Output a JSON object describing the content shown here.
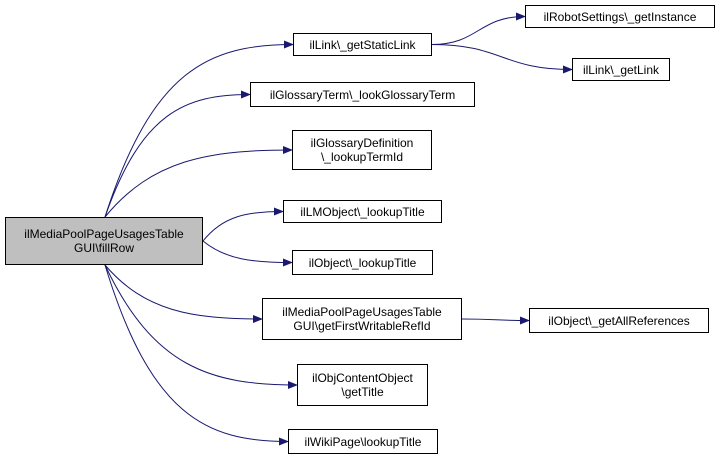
{
  "graph": {
    "root": {
      "id": "n0",
      "lines": [
        "ilMediaPoolPageUsagesTable",
        "GUI\\fillRow"
      ]
    },
    "nodes": [
      {
        "id": "n1",
        "lines": [
          "ilLink\\_getStaticLink"
        ]
      },
      {
        "id": "n2",
        "lines": [
          "ilRobotSettings\\_getInstance"
        ]
      },
      {
        "id": "n3",
        "lines": [
          "ilLink\\_getLink"
        ]
      },
      {
        "id": "n4",
        "lines": [
          "ilGlossaryTerm\\_lookGlossaryTerm"
        ]
      },
      {
        "id": "n5",
        "lines": [
          "ilGlossaryDefinition",
          "\\_lookupTermId"
        ]
      },
      {
        "id": "n6",
        "lines": [
          "ilLMObject\\_lookupTitle"
        ]
      },
      {
        "id": "n7",
        "lines": [
          "ilObject\\_lookupTitle"
        ]
      },
      {
        "id": "n8",
        "lines": [
          "ilMediaPoolPageUsagesTable",
          "GUI\\getFirstWritableRefId"
        ]
      },
      {
        "id": "n9",
        "lines": [
          "ilObject\\_getAllReferences"
        ]
      },
      {
        "id": "n10",
        "lines": [
          "ilObjContentObject",
          "\\getTitle"
        ]
      },
      {
        "id": "n11",
        "lines": [
          "ilWikiPage\\lookupTitle"
        ]
      }
    ],
    "edges": [
      [
        "n0",
        "n1"
      ],
      [
        "n0",
        "n4"
      ],
      [
        "n0",
        "n5"
      ],
      [
        "n0",
        "n6"
      ],
      [
        "n0",
        "n7"
      ],
      [
        "n0",
        "n8"
      ],
      [
        "n0",
        "n10"
      ],
      [
        "n0",
        "n11"
      ],
      [
        "n1",
        "n2"
      ],
      [
        "n1",
        "n3"
      ],
      [
        "n8",
        "n9"
      ]
    ],
    "colors": {
      "edge": "#191970",
      "root_fill": "#bfbfbf",
      "node_fill": "#ffffff",
      "border": "#000000"
    }
  }
}
